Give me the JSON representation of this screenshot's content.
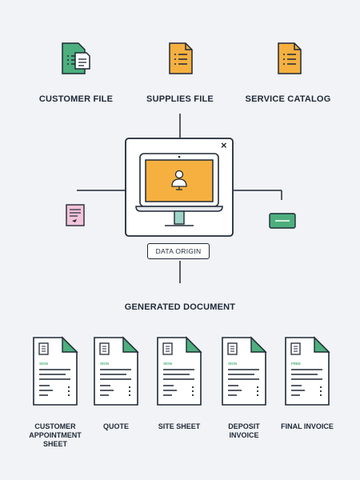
{
  "sources": [
    {
      "label": "CUSTOMER FILE",
      "icon": "customer-file-icon",
      "color": "#4caf7d"
    },
    {
      "label": "SUPPLIES FILE",
      "icon": "supplies-file-icon",
      "color": "#f5b040"
    },
    {
      "label": "SERVICE CATALOG",
      "icon": "service-catalog-icon",
      "color": "#f5b040"
    }
  ],
  "center": {
    "pill_label": "DATA ORIGIN",
    "close_symbol": "×",
    "screen_color": "#f5b040"
  },
  "side_icons": {
    "left": {
      "icon": "pink-note-icon",
      "color": "#f3c3d9"
    },
    "right": {
      "icon": "green-card-icon",
      "color": "#4caf7d"
    }
  },
  "section_title": "GENERATED DOCUMENT",
  "documents": [
    {
      "label": "CUSTOMER APPOINTMENT SHEET",
      "tag": "SIGN",
      "accent": "#4caf7d"
    },
    {
      "label": "QUOTE",
      "tag": "SIGN",
      "accent": "#4caf7d"
    },
    {
      "label": "SITE SHEET",
      "tag": "SIGN",
      "accent": "#4caf7d"
    },
    {
      "label": "DEPOSIT INVOICE",
      "tag": "SIGN",
      "accent": "#4caf7d"
    },
    {
      "label": "FINAL INVOICE",
      "tag": "FREE",
      "accent": "#4caf7d"
    }
  ]
}
